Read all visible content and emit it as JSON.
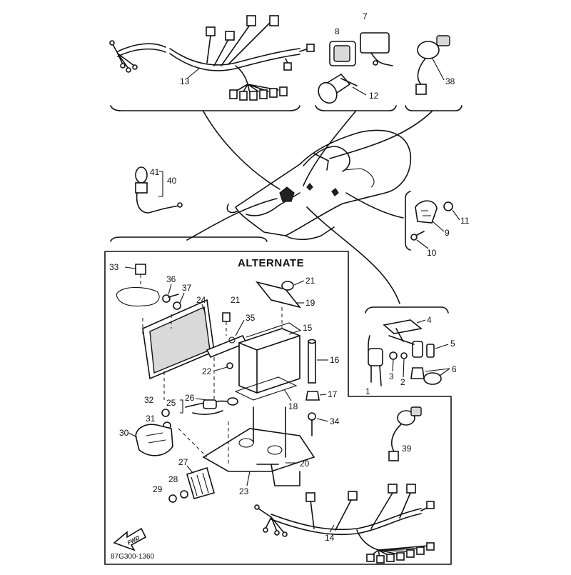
{
  "section_title": "ALTERNATE",
  "part_code": "87G300-1360",
  "direction_label": "FWD",
  "callouts": {
    "c1": "1",
    "c2": "2",
    "c3": "3",
    "c4": "4",
    "c5": "5",
    "c6": "6",
    "c7": "7",
    "c8": "8",
    "c9": "9",
    "c10": "10",
    "c11": "11",
    "c12": "12",
    "c13": "13",
    "c14": "14",
    "c15": "15",
    "c16": "16",
    "c17": "17",
    "c18": "18",
    "c19": "19",
    "c20": "20",
    "c21a": "21",
    "c21b": "21",
    "c22": "22",
    "c23": "23",
    "c24": "24",
    "c25": "25",
    "c26": "26",
    "c27": "27",
    "c28": "28",
    "c29": "29",
    "c30": "30",
    "c31": "31",
    "c32": "32",
    "c33": "33",
    "c34": "34",
    "c35": "35",
    "c36": "36",
    "c37": "37",
    "c38": "38",
    "c39": "39",
    "c40": "40",
    "c41": "41"
  }
}
